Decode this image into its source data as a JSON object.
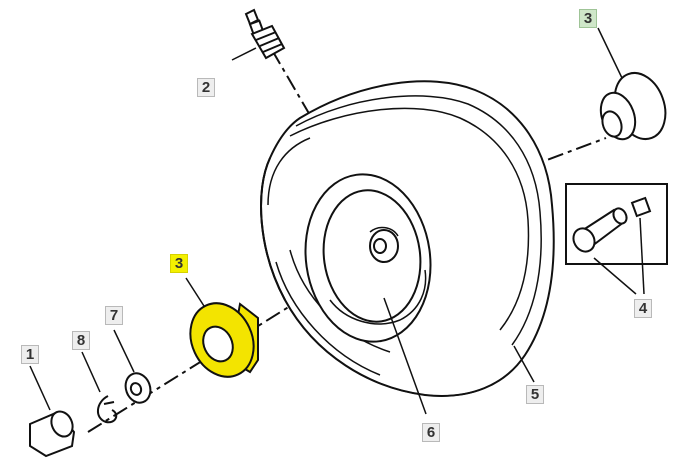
{
  "diagram": {
    "callouts": [
      {
        "id": "c1",
        "label": "1",
        "style": "gray"
      },
      {
        "id": "c2",
        "label": "2",
        "style": "gray"
      },
      {
        "id": "c3a",
        "label": "3",
        "style": "green"
      },
      {
        "id": "c3b",
        "label": "3",
        "style": "yellow"
      },
      {
        "id": "c4",
        "label": "4",
        "style": "gray"
      },
      {
        "id": "c5",
        "label": "5",
        "style": "gray"
      },
      {
        "id": "c6",
        "label": "6",
        "style": "gray"
      },
      {
        "id": "c7",
        "label": "7",
        "style": "gray"
      },
      {
        "id": "c8",
        "label": "8",
        "style": "gray"
      }
    ],
    "colors": {
      "line": "#111111",
      "highlight": "#f3e400",
      "label_gray": "#eeeeee",
      "label_green": "#cfe7c9",
      "label_yellow": "#f4f000"
    }
  }
}
